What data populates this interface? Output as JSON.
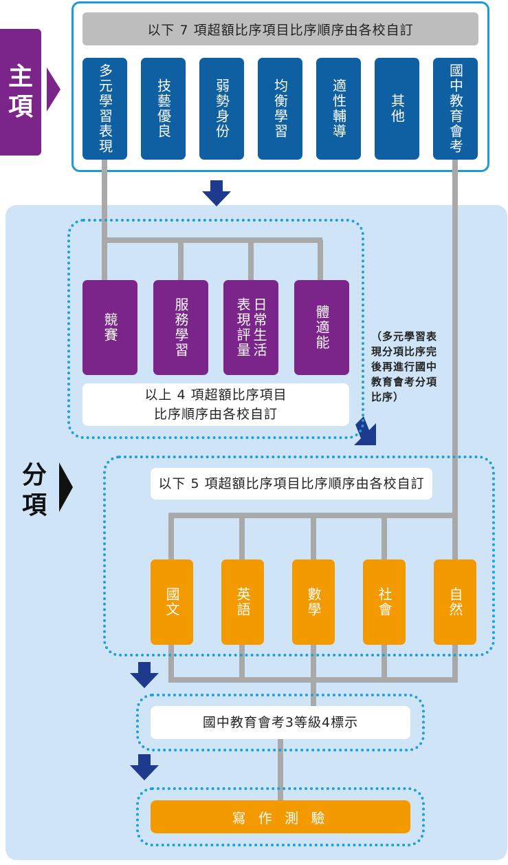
{
  "main": {
    "label": "主項",
    "banner": "以下 7 項超額比序項目比序順序由各校自訂",
    "items": [
      "多元學習表現",
      "技藝優良",
      "弱勢身份",
      "均衡學習",
      "適性輔導",
      "其他",
      "國中教育會考"
    ]
  },
  "sub_group1": {
    "items": [
      "競賽",
      "服務學習",
      "日常生活\n表現評量",
      "體適能"
    ],
    "note_line1": "以上 4 項超額比序項目",
    "note_line2": "比序順序由各校自訂"
  },
  "side_note": [
    "（多元學習表",
    "現分項比序完",
    "後再進行國中",
    "教育會考分項",
    "比序）"
  ],
  "sub": {
    "label": "分項",
    "banner": "以下 5 項超額比序項目比序順序由各校自訂",
    "items": [
      "國文",
      "英語",
      "數學",
      "社會",
      "自然"
    ]
  },
  "grade_box": "國中教育會考3等級4標示",
  "writing_test": "寫 作 測 驗",
  "colors": {
    "blue": "#0f5fa3",
    "purple": "#7b2489",
    "orange": "#f39a00",
    "light_panel": "#cfe4f6",
    "dotted_border": "#1ca0dc",
    "navy_arrow": "#1e3a8c"
  }
}
